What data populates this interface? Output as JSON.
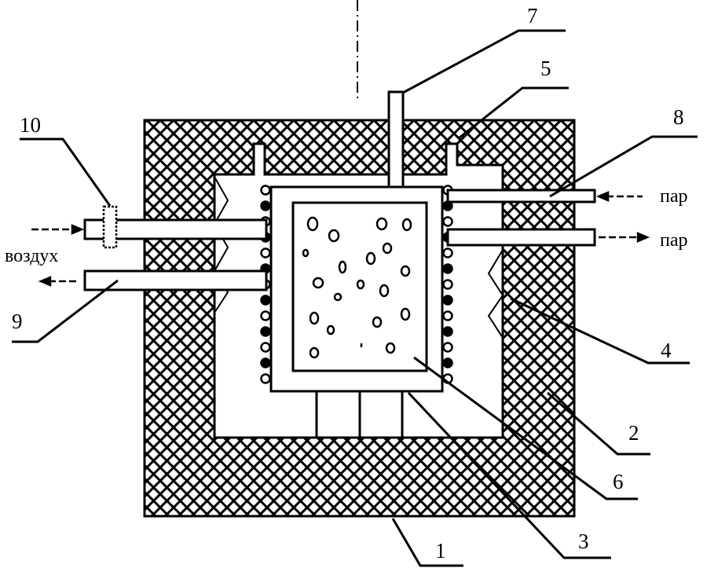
{
  "labels": {
    "n1": "1",
    "n2": "2",
    "n3": "3",
    "n4": "4",
    "n5": "5",
    "n6": "6",
    "n7": "7",
    "n8": "8",
    "n9": "9",
    "n10": "10",
    "air": "воздух",
    "steam_in": "пар",
    "steam_out": "пар"
  },
  "colors": {
    "ink": "#000000",
    "paper": "#ffffff"
  }
}
